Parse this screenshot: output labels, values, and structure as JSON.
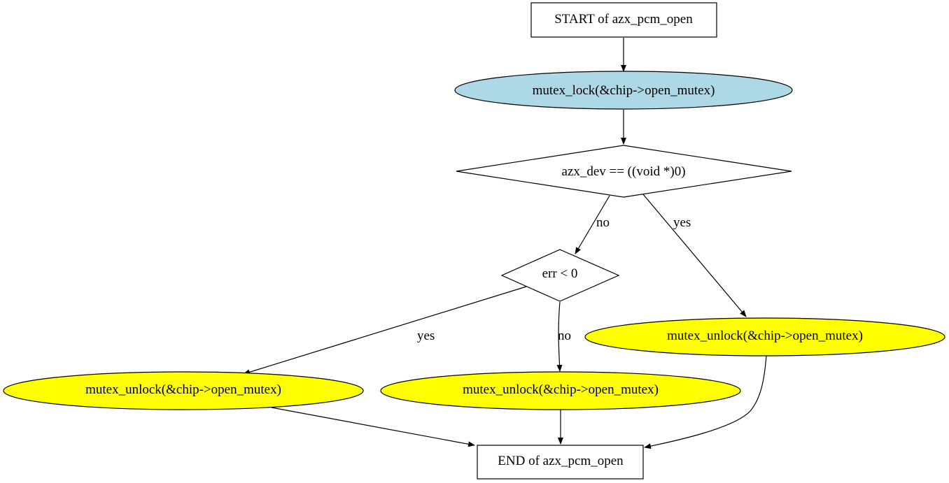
{
  "nodes": {
    "start": {
      "label": "START of azx_pcm_open"
    },
    "lock": {
      "label": "mutex_lock(&chip->open_mutex)"
    },
    "cond_dev": {
      "label": "azx_dev == ((void *)0)"
    },
    "cond_err": {
      "label": "err < 0"
    },
    "unlock_right": {
      "label": "mutex_unlock(&chip->open_mutex)"
    },
    "unlock_left": {
      "label": "mutex_unlock(&chip->open_mutex)"
    },
    "unlock_middle": {
      "label": "mutex_unlock(&chip->open_mutex)"
    },
    "end": {
      "label": "END of azx_pcm_open"
    }
  },
  "edges": {
    "dev_no": {
      "label": "no"
    },
    "dev_yes": {
      "label": "yes"
    },
    "err_yes": {
      "label": "yes"
    },
    "err_no": {
      "label": "no"
    }
  },
  "colors": {
    "lock_fill": "#add8e6",
    "unlock_fill": "#ffff00",
    "box_fill": "#ffffff",
    "stroke": "#000000"
  }
}
